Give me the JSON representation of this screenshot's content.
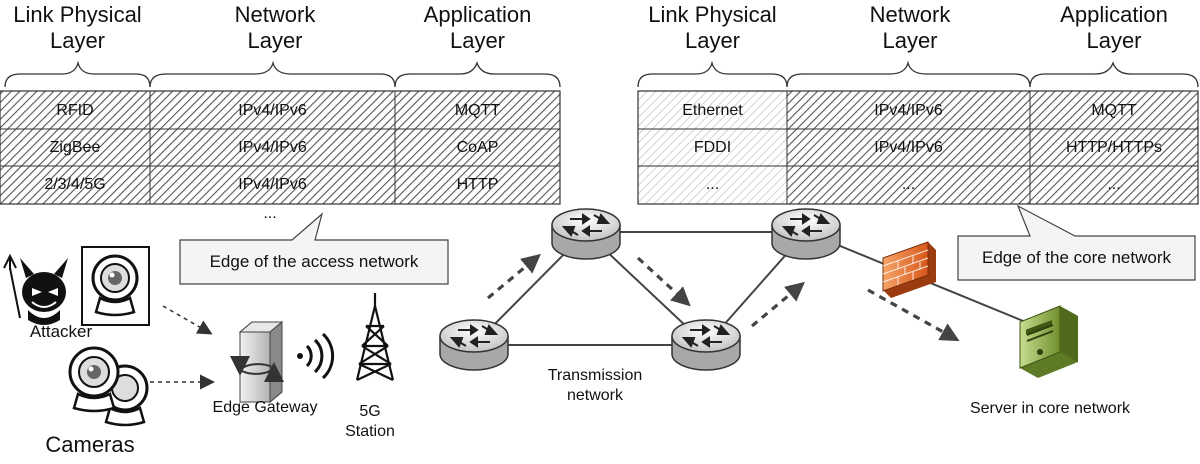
{
  "left_stack": {
    "headers": [
      {
        "line1": "Link Physical",
        "line2": "Layer"
      },
      {
        "line1": "Network",
        "line2": "Layer"
      },
      {
        "line1": "Application",
        "line2": "Layer"
      }
    ],
    "rows": [
      [
        "RFID",
        "IPv4/IPv6",
        "MQTT"
      ],
      [
        "ZigBee",
        "IPv4/IPv6",
        "CoAP"
      ],
      [
        "2/3/4/5G",
        "IPv4/IPv6",
        "HTTP"
      ]
    ],
    "more": "..."
  },
  "right_stack": {
    "headers": [
      {
        "line1": "Link Physical",
        "line2": "Layer"
      },
      {
        "line1": "Network",
        "line2": "Layer"
      },
      {
        "line1": "Application",
        "line2": "Layer"
      }
    ],
    "rows": [
      [
        "Ethernet",
        "IPv4/IPv6",
        "MQTT"
      ],
      [
        "FDDI",
        "IPv4/IPv6",
        "HTTP/HTTPs"
      ],
      [
        "...",
        "...",
        "..."
      ]
    ]
  },
  "callouts": {
    "access": "Edge of the access network",
    "core": "Edge of the core network"
  },
  "labels": {
    "attacker": "Attacker",
    "cameras": "Cameras",
    "gateway": "Edge Gateway",
    "station_line1": "5G",
    "station_line2": "Station",
    "transmission_line1": "Transmission",
    "transmission_line2": "network",
    "server": "Server in core network"
  },
  "icons": [
    "attacker-devil-icon",
    "webcam-icon",
    "cameras-icon",
    "edge-gateway-icon",
    "wireless-signal-icon",
    "5g-tower-icon",
    "router-icon",
    "firewall-icon",
    "server-icon"
  ]
}
